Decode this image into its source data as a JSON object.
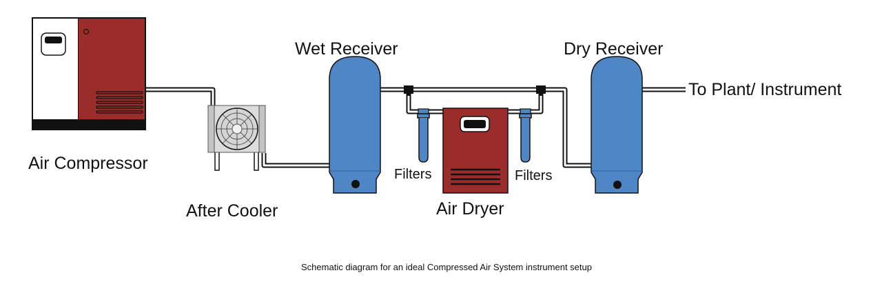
{
  "labels": {
    "air_compressor": "Air Compressor",
    "after_cooler": "After Cooler",
    "wet_receiver": "Wet Receiver",
    "dry_receiver": "Dry Receiver",
    "filters_left": "Filters",
    "filters_right": "Filters",
    "air_dryer": "Air Dryer",
    "outlet": "To Plant/ Instrument"
  },
  "caption": "Schematic diagram for an ideal Compressed Air System instrument setup",
  "colors": {
    "compressor_red": "#9b2c2c",
    "tank_blue": "#4f86c6",
    "cooler_gray": "#d9d9d9",
    "outline": "#111111"
  },
  "flow": [
    "Air Compressor",
    "After Cooler",
    "Wet Receiver",
    "Filters",
    "Air Dryer",
    "Filters",
    "Dry Receiver",
    "To Plant/ Instrument"
  ]
}
